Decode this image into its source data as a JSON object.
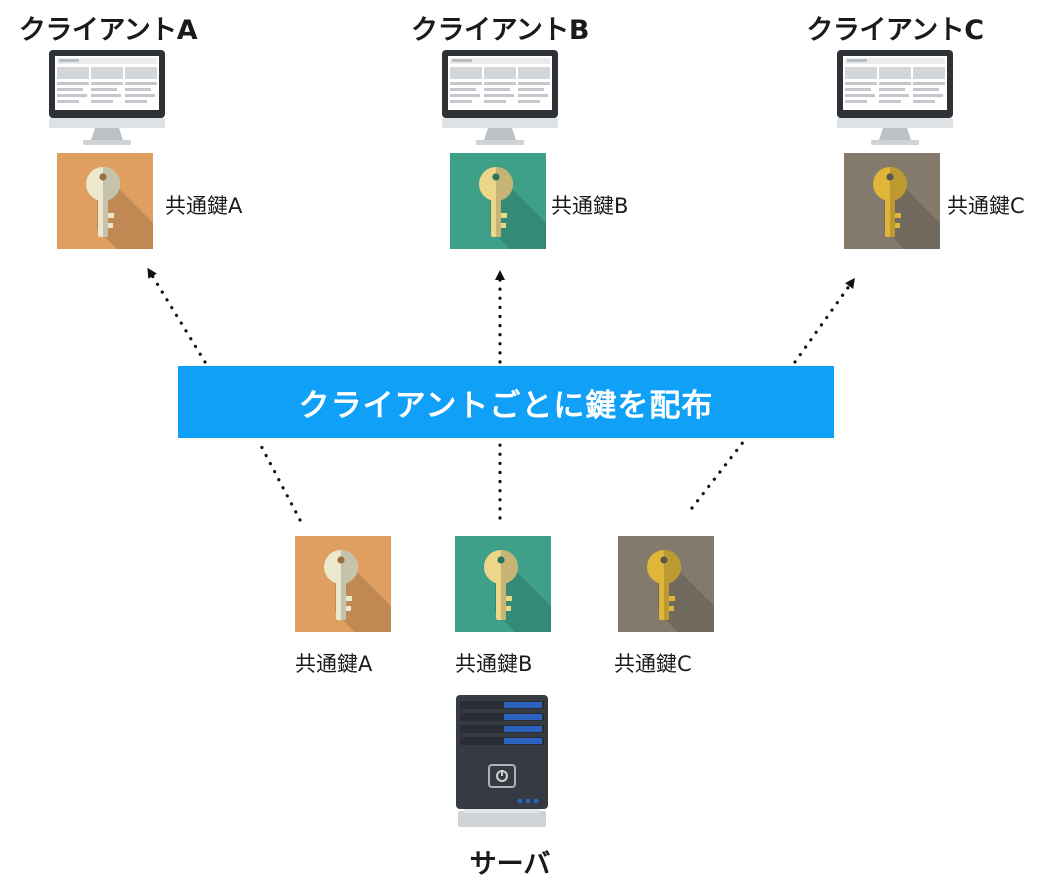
{
  "clients": [
    {
      "title": "クライアントA",
      "key_label": "共通鍵A"
    },
    {
      "title": "クライアントB",
      "key_label": "共通鍵B"
    },
    {
      "title": "クライアントC",
      "key_label": "共通鍵C"
    }
  ],
  "banner": {
    "text": "クライアントごとに鍵を配布"
  },
  "server": {
    "title": "サーバ",
    "key_labels": [
      "共通鍵A",
      "共通鍵B",
      "共通鍵C"
    ]
  },
  "colors": {
    "banner": "#10a0f8",
    "key_a_bg": "#df9f60",
    "key_b_bg": "#3ea089",
    "key_c_bg": "#837a6c",
    "key_a_blade": "#ece8cd",
    "key_b_blade": "#ecd68a",
    "key_c_blade": "#e0b63a",
    "monitor": "#2e3236",
    "server": "#363b42",
    "server_accent": "#2b62c0"
  },
  "icons": {
    "client_device": "desktop-monitor-icon",
    "key": "key-icon",
    "server_device": "server-tower-icon"
  }
}
